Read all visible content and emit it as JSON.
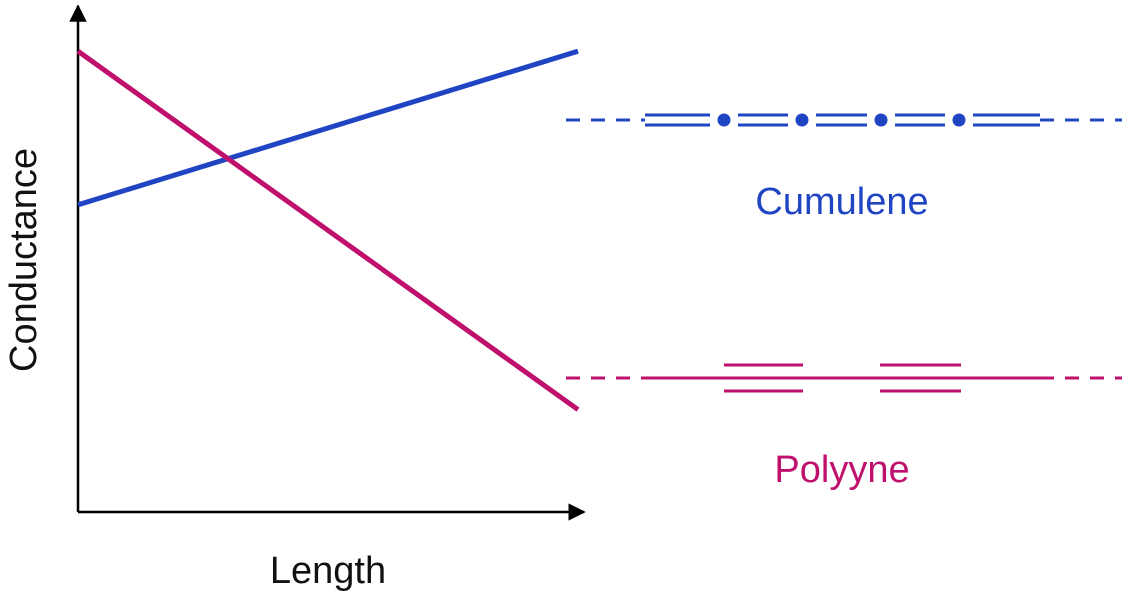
{
  "chart_data": {
    "type": "line",
    "xlabel": "Length",
    "ylabel": "Conductance",
    "xlim": [
      0,
      1
    ],
    "ylim": [
      0,
      1
    ],
    "grid": false,
    "series": [
      {
        "name": "Cumulene",
        "color": "#1f45c2",
        "x": [
          0,
          1
        ],
        "y": [
          0.6,
          0.9
        ]
      },
      {
        "name": "Polyyne",
        "color": "#c0106e",
        "x": [
          0,
          1
        ],
        "y": [
          0.9,
          0.2
        ]
      }
    ]
  },
  "structures": {
    "cumulene": {
      "label": "Cumulene",
      "color": "#1f45c2",
      "bond": "double",
      "units": 5
    },
    "polyyne": {
      "label": "Polyyne",
      "color": "#c0106e",
      "bond": "alternating single-triple",
      "units": 2
    }
  }
}
